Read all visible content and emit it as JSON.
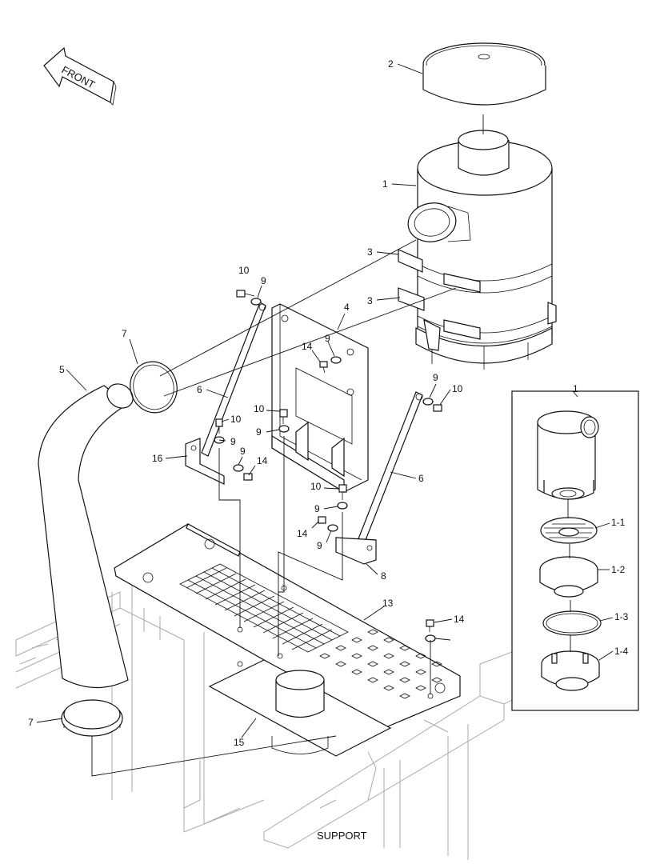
{
  "front_arrow": {
    "label": "FRONT"
  },
  "support_label": "SUPPORT",
  "detail_box": {
    "title": "1"
  },
  "callouts": {
    "c1": "1",
    "c2": "2",
    "c3a": "3",
    "c3b": "3",
    "c4": "4",
    "c5": "5",
    "c6a": "6",
    "c6b": "6",
    "c7a": "7",
    "c7b": "7",
    "c8": "8",
    "c9a": "9",
    "c9b": "9",
    "c9c": "9",
    "c9d": "9",
    "c9e": "9",
    "c9f": "9",
    "c9g": "9",
    "c9h": "9",
    "c10a": "10",
    "c10b": "10",
    "c10c": "10",
    "c10d": "10",
    "c10e": "10",
    "c13": "13",
    "c14a": "14",
    "c14b": "14",
    "c14c": "14",
    "c14d": "14",
    "c15": "15",
    "c16": "16",
    "d1_1": "1-1",
    "d1_2": "1-2",
    "d1_3": "1-3",
    "d1_4": "1-4"
  },
  "colors": {
    "line": "#111111",
    "support_frame": "#aaaaaa",
    "background": "#ffffff"
  }
}
